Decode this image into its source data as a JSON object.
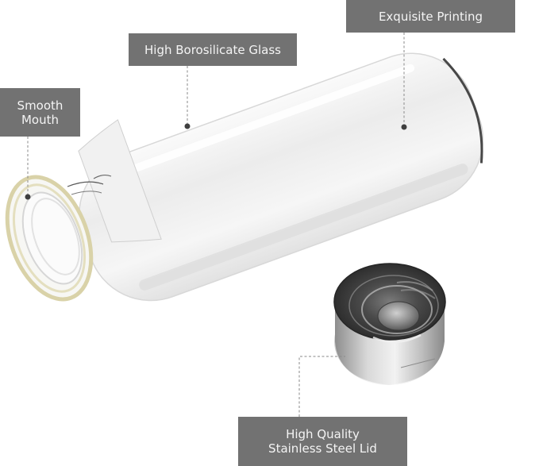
{
  "callouts": {
    "exquisite_printing": {
      "label": "Exquisite Printing"
    },
    "high_borosilicate_glass": {
      "label": "High Borosilicate Glass"
    },
    "smooth_mouth": {
      "line1": "Smooth",
      "line2": "Mouth"
    },
    "steel_lid": {
      "line1": "High Quality",
      "line2": "Stainless Steel Lid"
    }
  },
  "colors": {
    "callout_bg": "#727272",
    "callout_text": "#f4f4f4",
    "leader_line": "#8a8a8a",
    "leaf_yellow": "#f2c81e",
    "leaf_lime": "#e3e36a",
    "print_black": "#1a1a1a",
    "lid_dark": "#3c3c3c",
    "lid_steel": "#c8c8c8"
  }
}
